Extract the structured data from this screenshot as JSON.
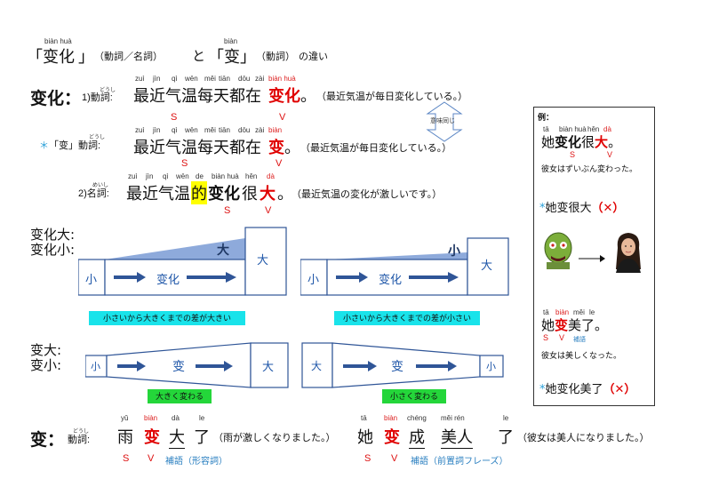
{
  "title": {
    "open1": "「",
    "henka": "变化",
    "henka_py": "biàn huà",
    "close1": "」",
    "henka_note": "（動詞／名詞）",
    "to": "と",
    "open2": "「",
    "hen": "变",
    "hen_py": "biàn",
    "close2": "」",
    "hen_note": "（動詞）",
    "suffix": "の違い"
  },
  "section1": {
    "head": "变化",
    "colon": "：",
    "num1": "1)",
    "verb_label": "動詞",
    "verb_ruby": "どうし",
    "colon2": ":",
    "s1_py": [
      "zuì",
      "jìn",
      "qì",
      "wēn",
      "měi",
      "tiān",
      "dōu",
      "zài",
      "biàn huà"
    ],
    "s1_text": "最近气温每天都在",
    "s1_red": "变化",
    "s1_end": "。",
    "s1_note": "（最近気温が毎日変化している。）",
    "s1_S": "S",
    "s1_V": "V",
    "same_meaning": "意味同じ",
    "asterisk": "＊",
    "alt_open": "「",
    "alt_hen": "变",
    "alt_close": "」",
    "alt_label": "動詞",
    "alt_ruby": "どうし",
    "alt_colon": ":",
    "s2_py": [
      "zuì",
      "jìn",
      "qì",
      "wēn",
      "měi",
      "tiān",
      "dōu",
      "zài",
      "biàn"
    ],
    "s2_text": "最近气温每天都在",
    "s2_red": "变",
    "s2_end": "。",
    "s2_note": "（最近気温が毎日変化している。）",
    "s2_S": "S",
    "s2_V": "V",
    "num2": "2)",
    "noun_label": "名詞",
    "noun_ruby": "めいし",
    "noun_colon": ":",
    "s3_py": [
      "zuì",
      "jìn",
      "qì",
      "wēn",
      "de",
      "biàn huà",
      "hěn",
      "dà"
    ],
    "s3_a": "最近气温",
    "s3_de": "的",
    "s3_b": "变化",
    "s3_c": "很",
    "s3_red": "大",
    "s3_end": "。",
    "s3_note": "（最近気温の変化が激しいです。）",
    "s3_S": "S",
    "s3_V": "V"
  },
  "diagram1": {
    "label1": "变化大:",
    "label2": "变化小:",
    "left_small": "小",
    "left_mid": "变化",
    "left_top": "大",
    "left_big": "大",
    "left_caption": "小さいから大きくまでの差が大きい",
    "right_small": "小",
    "right_mid": "变化",
    "right_top": "小",
    "right_big": "大",
    "right_caption": "小さいから大きくまでの差が小さい"
  },
  "diagram2": {
    "label1": "变大:",
    "label2": "变小:",
    "left_small": "小",
    "left_mid": "变",
    "left_big": "大",
    "left_caption": "大きく変わる",
    "right_big": "大",
    "right_mid": "变",
    "right_small": "小",
    "right_caption": "小さく変わる"
  },
  "section2": {
    "head": "变",
    "colon": "：",
    "label": "動詞",
    "ruby": "どうし",
    "colon2": ":",
    "e1_py": [
      "yǔ",
      "biàn",
      "dà",
      "le"
    ],
    "e1_chars": [
      "雨",
      "变",
      "大",
      "了"
    ],
    "e1_note": "（雨が激しくなりました。）",
    "e1_S": "S",
    "e1_V": "V",
    "e1_comp": "補語（形容詞）",
    "e2_py": [
      "tā",
      "biàn",
      "chéng",
      "měi rén",
      "le"
    ],
    "e2_chars": [
      "她",
      "变",
      "成",
      "美人",
      "了"
    ],
    "e2_note": "（彼女は美人になりました。）",
    "e2_S": "S",
    "e2_V": "V",
    "e2_comp": "補語（前置詞フレーズ）"
  },
  "sidebar": {
    "title": "例：",
    "ex1_py": [
      "tā",
      "biàn huà",
      "hěn",
      "dà"
    ],
    "ex1_a": "她",
    "ex1_b": "变化",
    "ex1_c": "很",
    "ex1_red": "大",
    "ex1_end": "。",
    "ex1_S": "S",
    "ex1_V": "V",
    "ex1_note": "彼女はずいぶん変わった。",
    "bad1_star": "*",
    "bad1": "她变很大",
    "bad1_x": "（✕）",
    "ex2_py": [
      "tā",
      "biàn",
      "měi",
      "le"
    ],
    "ex2_a": "她",
    "ex2_red": "变",
    "ex2_b": "美了",
    "ex2_end": "。",
    "ex2_S": "S",
    "ex2_V": "V",
    "ex2_comp": "補語",
    "ex2_note": "彼女は美しくなった。",
    "bad2_star": "*",
    "bad2": "她变化美了",
    "bad2_x": "（✕）"
  },
  "colors": {
    "red": "#e00000",
    "box": "#2f5597",
    "cyan": "#19e3ea",
    "green": "#24d63a",
    "wedge": "#8eaadb"
  }
}
